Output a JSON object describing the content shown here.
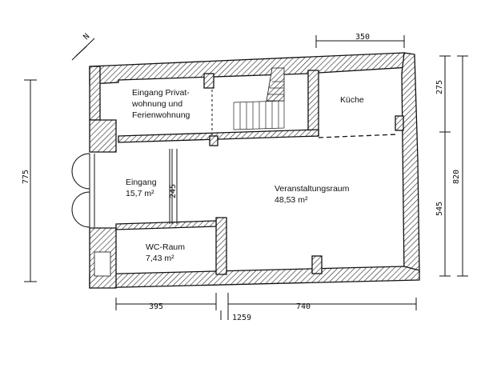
{
  "rooms": {
    "private_entrance": [
      "Eingang Privat-",
      "wohnung und",
      "Ferienwohnung"
    ],
    "kitchen": "Küche",
    "entrance_name": "Eingang",
    "entrance_area": "15,7 m²",
    "event_name": "Veranstaltungsraum",
    "event_area": "48,53 m²",
    "wc_name": "WC-Raum",
    "wc_area": "7,43 m²"
  },
  "dimensions": {
    "top": "350",
    "right_upper": "275",
    "right_lower": "545",
    "right_total": "820",
    "left_total": "775",
    "entrance_height": "245",
    "bottom_left": "395",
    "bottom_right": "740",
    "bottom_total": "1259"
  }
}
